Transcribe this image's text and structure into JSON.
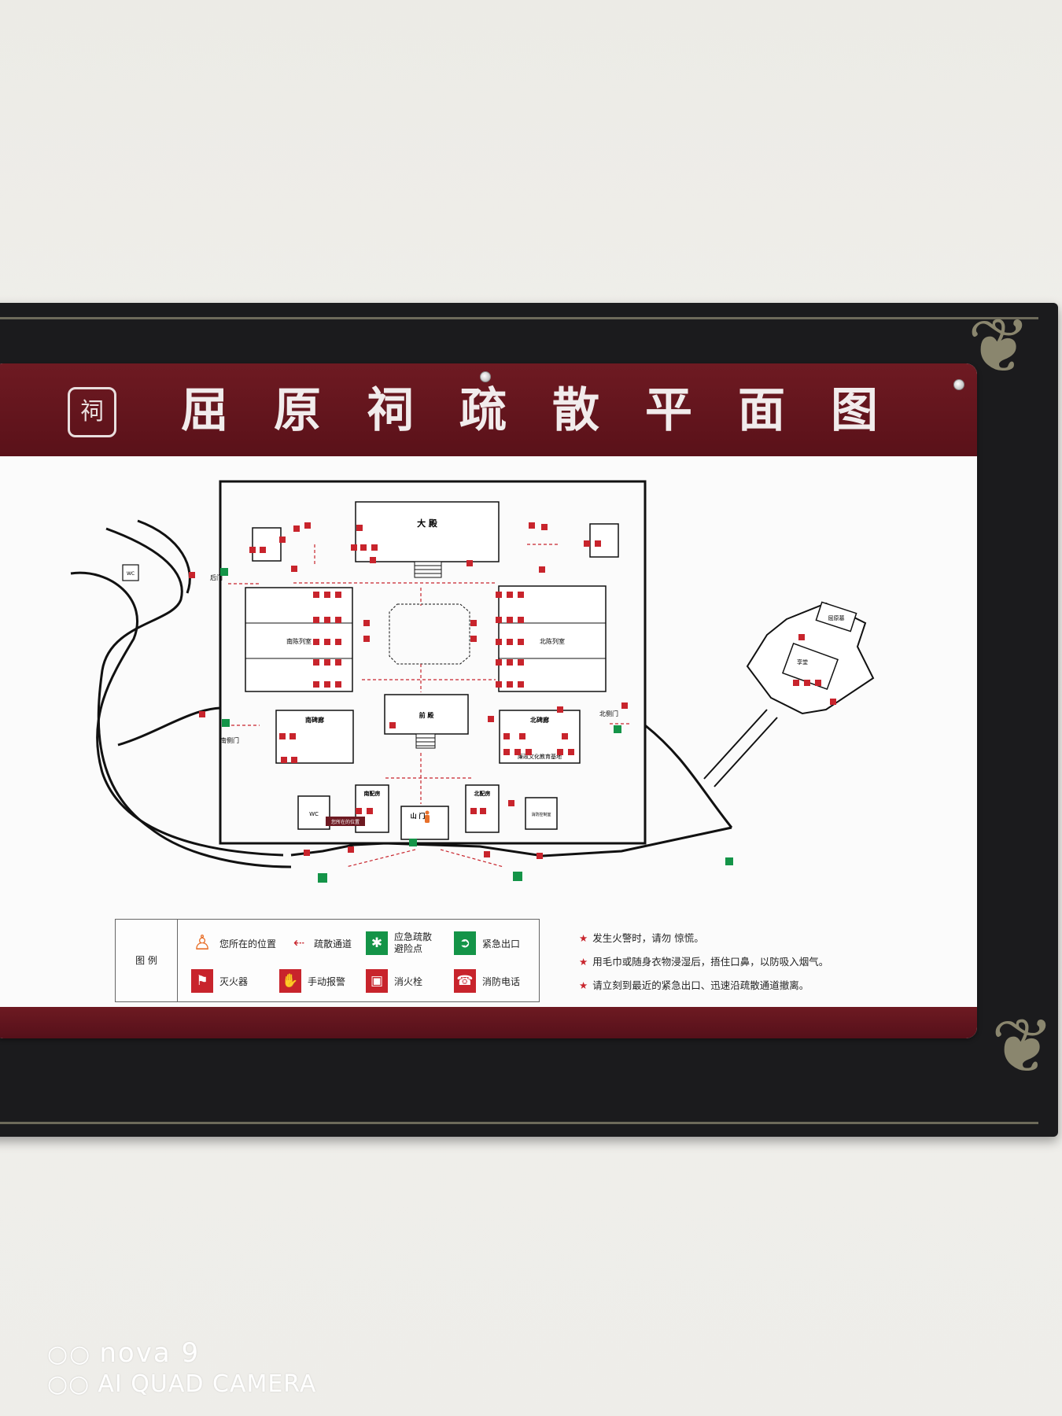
{
  "sign": {
    "title": "屈原祠疏散平面图",
    "logo_glyph": "祠"
  },
  "map": {
    "main_hall": "大 殿",
    "south_exhibit": "南陈列室",
    "north_exhibit": "北陈列室",
    "south_stele": "南碑廊",
    "front_hall": "前 殿",
    "north_stele": "北碑廊",
    "edu_base": "廉政文化教育基地",
    "south_wing": "南配房",
    "north_wing": "北配房",
    "gate": "山 门",
    "fire_control": "消防控制室",
    "wc_left": "WC",
    "wc_inner": "WC",
    "back_door": "后门",
    "south_side_door": "南侧门",
    "north_side_door": "北侧门",
    "tomb": "屈原墓",
    "shrine": "享堂",
    "you_are_here": "您所在的位置"
  },
  "legend": {
    "header": "图 例",
    "items": [
      {
        "label": "您所在的位置",
        "icon": "person-icon"
      },
      {
        "label": "疏散通道",
        "icon": "arrow-left-icon"
      },
      {
        "label": "应急疏散避险点",
        "icon": "assembly-point-icon"
      },
      {
        "label": "紧急出口",
        "icon": "exit-icon"
      },
      {
        "label": "灭火器",
        "icon": "extinguisher-icon"
      },
      {
        "label": "手动报警",
        "icon": "alarm-icon"
      },
      {
        "label": "消火栓",
        "icon": "hydrant-icon"
      },
      {
        "label": "消防电话",
        "icon": "phone-icon"
      }
    ]
  },
  "notes": [
    "发生火警时，请勿 惊慌。",
    "用毛巾或随身衣物浸湿后，捂住口鼻，以防吸入烟气。",
    "请立刻到最近的紧急出口、迅速沿疏散通道撤离。"
  ],
  "watermark": {
    "brand": "nova 9",
    "subtitle": "AI QUAD CAMERA"
  },
  "colors": {
    "banner": "#5f141c",
    "fire_red": "#c8242c",
    "exit_green": "#149448",
    "frame": "#1b1b1d"
  }
}
